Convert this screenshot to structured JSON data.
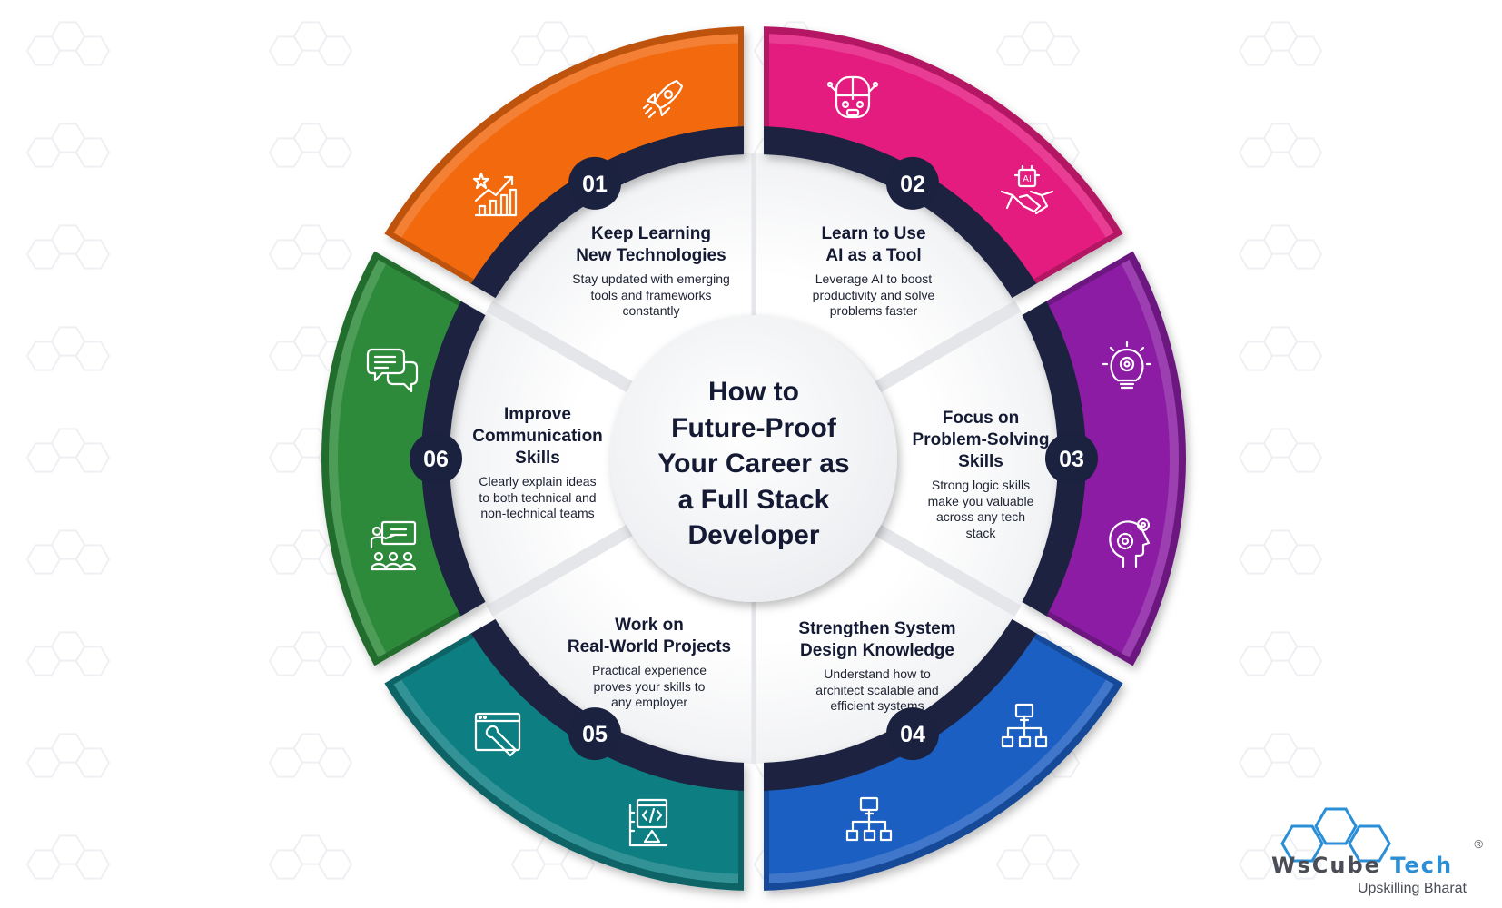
{
  "watermark": {
    "brand": "WsCube Tech",
    "tagline": "Upskilling Bharat"
  },
  "center": {
    "title_lines": [
      "How to",
      "Future-Proof",
      "Your Career as",
      "a Full Stack",
      "Developer"
    ]
  },
  "colors": {
    "navy": "#1b2240",
    "orange": "#f26a10",
    "pink": "#e51c80",
    "purple": "#8b1fa3",
    "blue": "#1d5fc2",
    "teal": "#0f7f83",
    "green": "#2e8a3b",
    "logo_blue": "#2a8fd6"
  },
  "steps": [
    {
      "number": "01",
      "title_lines": [
        "Keep Learning",
        "New Technologies"
      ],
      "desc_lines": [
        "Stay updated with emerging",
        "tools and frameworks",
        "constantly"
      ],
      "color": "#f26a10",
      "icons": [
        "rocket-icon",
        "growth-chart-icon"
      ]
    },
    {
      "number": "02",
      "title_lines": [
        "Learn to Use",
        "AI as a Tool"
      ],
      "desc_lines": [
        "Leverage AI to boost",
        "productivity and solve",
        "problems faster"
      ],
      "color": "#e51c80",
      "icons": [
        "robot-brain-icon",
        "ai-handshake-icon"
      ],
      "icon_text": "AI"
    },
    {
      "number": "03",
      "title_lines": [
        "Focus on",
        "Problem-Solving",
        "Skills"
      ],
      "desc_lines": [
        "Strong logic skills",
        "make you valuable",
        "across any tech",
        "stack"
      ],
      "color": "#8b1fa3",
      "icons": [
        "lightbulb-gear-icon",
        "head-gears-icon"
      ]
    },
    {
      "number": "04",
      "title_lines": [
        "Strengthen System",
        "Design Knowledge"
      ],
      "desc_lines": [
        "Understand how to",
        "architect scalable and",
        "efficient systems"
      ],
      "color": "#1d5fc2",
      "icons": [
        "network-hierarchy-icon",
        "network-hierarchy-icon"
      ]
    },
    {
      "number": "05",
      "title_lines": [
        "Work on",
        "Real-World Projects"
      ],
      "desc_lines": [
        "Practical experience",
        "proves your skills to",
        "any employer"
      ],
      "color": "#0f7f83",
      "icons": [
        "code-window-icon",
        "wrench-window-icon"
      ]
    },
    {
      "number": "06",
      "title_lines": [
        "Improve",
        "Communication",
        "Skills"
      ],
      "desc_lines": [
        "Clearly explain ideas",
        "to both technical and",
        "non-technical teams"
      ],
      "color": "#2e8a3b",
      "icons": [
        "chat-bubbles-icon",
        "presentation-icon"
      ]
    }
  ],
  "logo": {
    "brand_part1": "WsCube",
    "brand_part2": "Tech",
    "tagline": "Upskilling Bharat",
    "registered": "®"
  }
}
